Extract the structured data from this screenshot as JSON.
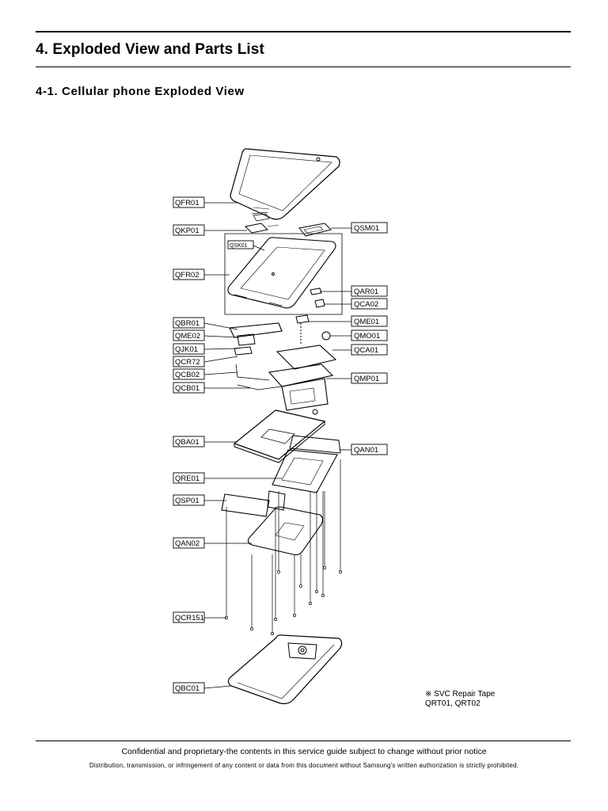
{
  "header": {
    "title": "4. Exploded View and Parts List",
    "subtitle": "4-1. Cellular phone Exploded View"
  },
  "diagram": {
    "callouts": {
      "QFR01": "QFR01",
      "QKP01": "QKP01",
      "QSK01": "QSK01",
      "QFR02": "QFR02",
      "QBR01": "QBR01",
      "QME02": "QME02",
      "QJK01": "QJK01",
      "QCR72": "QCR72",
      "QCB02": "QCB02",
      "QCB01": "QCB01",
      "QBA01": "QBA01",
      "QRE01": "QRE01",
      "QSP01": "QSP01",
      "QAN02": "QAN02",
      "QCR151": "QCR151",
      "QBC01": "QBC01",
      "QSM01": "QSM01",
      "QAR01": "QAR01",
      "QCA02": "QCA02",
      "QME01": "QME01",
      "QMO01": "QMO01",
      "QCA01": "QCA01",
      "QMP01": "QMP01",
      "QAN01": "QAN01"
    },
    "note": {
      "line1": "※ SVC Repair Tape",
      "line2": "QRT01, QRT02"
    }
  },
  "footer": {
    "line1": "Confidential and proprietary-the contents in this service guide subject to change without prior notice",
    "line2": "Distribution, transmission, or infringement of any content or data from this document without Samsung's written authorization is strictly prohibited."
  }
}
